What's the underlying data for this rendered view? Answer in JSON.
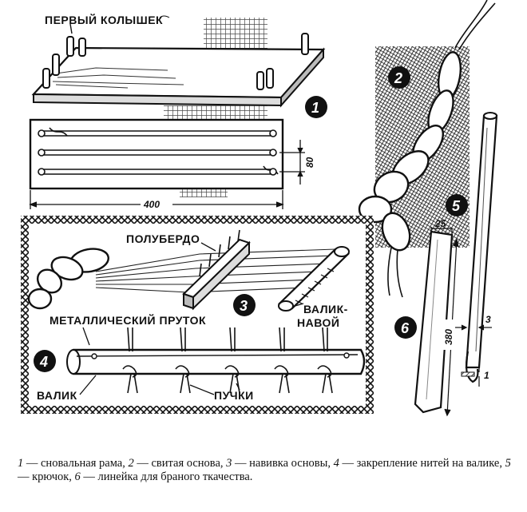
{
  "labels": {
    "first_peg": "ПЕРВЫЙ КОЛЫШЕК",
    "poluberdo": "ПОЛУБЕРДО",
    "metal_rod": "МЕТАЛЛИЧЕСКИЙ ПРУТОК",
    "valik_navoi_1": "ВАЛИК-",
    "valik_navoi_2": "НАВОЙ",
    "valik": "ВАЛИК",
    "puchki": "ПУЧКИ"
  },
  "badges": [
    "1",
    "2",
    "3",
    "4",
    "5",
    "6"
  ],
  "dimensions": {
    "frame_width": "400",
    "frame_gap": "80",
    "ruler_width": "25",
    "ruler_length": "380",
    "hook_width": "3",
    "ruler_thickness": "1"
  },
  "caption": [
    {
      "num": "1",
      "text": " — сновальная рама, "
    },
    {
      "num": "2",
      "text": " — свитая основа, "
    },
    {
      "num": "3",
      "text": " — навивка основы, "
    },
    {
      "num": "4",
      "text": " — закрепление нитей на валике, "
    },
    {
      "num": "5",
      "text": " — крючок, "
    },
    {
      "num": "6",
      "text": " — линейка для браного ткачества."
    }
  ]
}
